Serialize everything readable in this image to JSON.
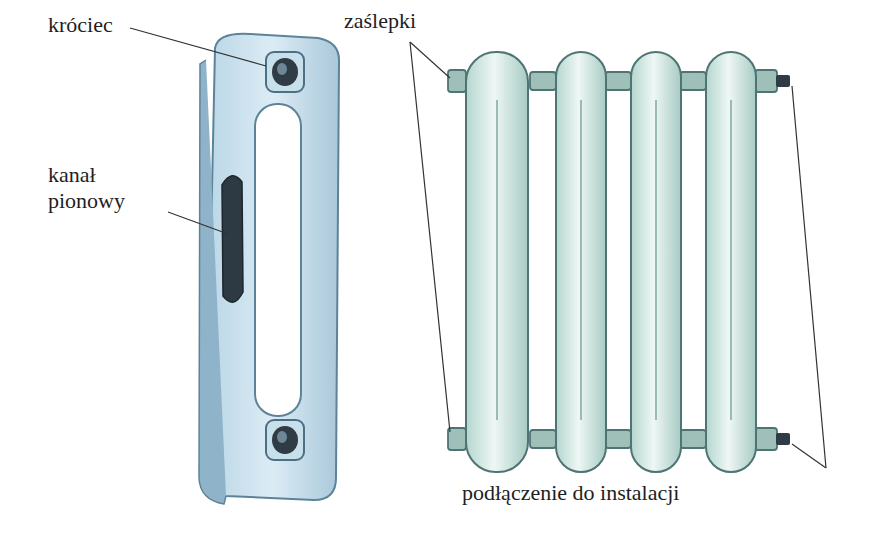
{
  "diagram": {
    "labels": [
      "króciec",
      "kanał pionowy",
      "zaślepki",
      "podłączenie do instalacji"
    ]
  }
}
